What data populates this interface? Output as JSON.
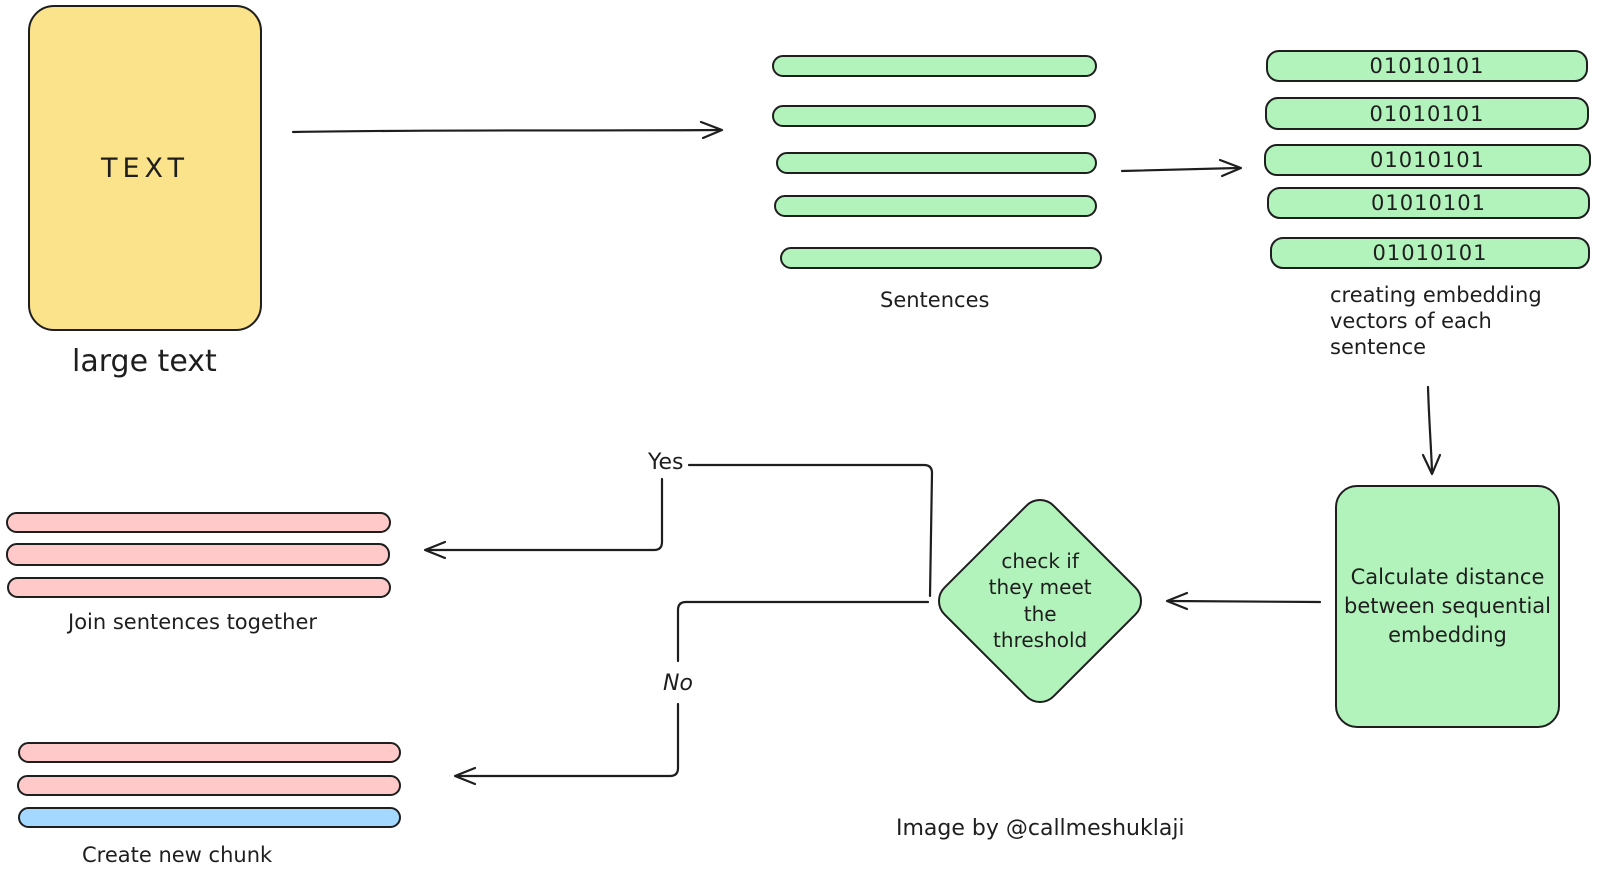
{
  "colors": {
    "stroke": "#1e1e1e",
    "yellow": "#fbe38b",
    "green": "#b2f2bb",
    "pink": "#ffc9c9",
    "blue": "#a5d8ff",
    "background": "#ffffff"
  },
  "nodes": {
    "large_text": {
      "box_label": "TEXT",
      "caption": "large text"
    },
    "sentences": {
      "caption": "Sentences",
      "bar_count": 5
    },
    "embeddings": {
      "bar_label": "01010101",
      "bar_count": 5,
      "caption_lines": [
        "creating embedding",
        "vectors of each",
        "sentence"
      ]
    },
    "calculate": {
      "lines": [
        "Calculate distance",
        "between sequential",
        "embedding"
      ]
    },
    "decision": {
      "lines": [
        "check if",
        "they meet",
        "the",
        "threshold"
      ]
    },
    "join": {
      "caption": "Join sentences together",
      "bar_count": 3
    },
    "chunk": {
      "caption": "Create new chunk",
      "bar_count": 3
    }
  },
  "edges": {
    "yes_label": "Yes",
    "no_label": "No"
  },
  "attribution": "Image by @callmeshuklaji"
}
